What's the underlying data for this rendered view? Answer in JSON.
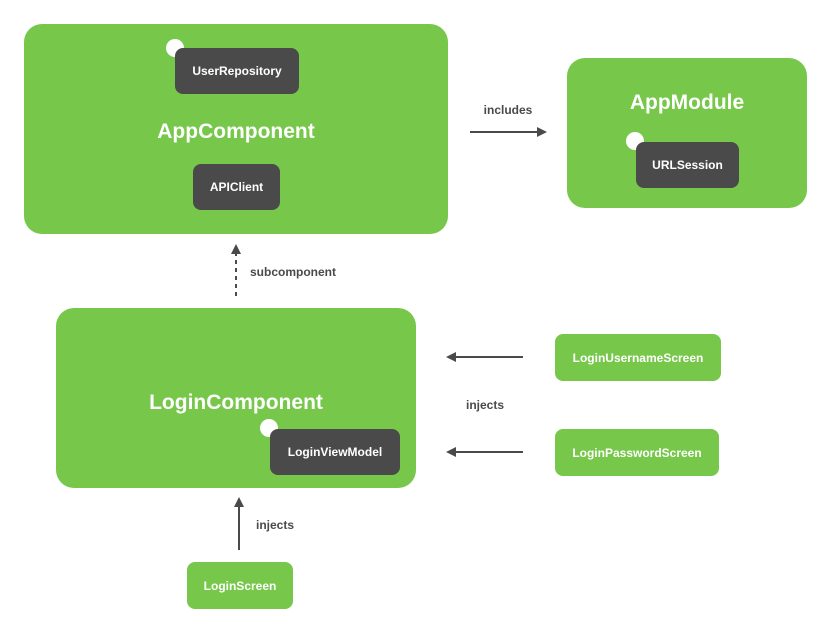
{
  "colors": {
    "node_green": "#76c74a",
    "chip_dark": "#4a4a4a",
    "arrow_gray": "#4a4a4a",
    "background": "#ffffff"
  },
  "app_component": {
    "title": "AppComponent",
    "chips": [
      "UserRepository",
      "APIClient"
    ]
  },
  "app_module": {
    "title": "AppModule",
    "chips": [
      "URLSession"
    ]
  },
  "login_component": {
    "title": "LoginComponent",
    "chips": [
      "LoginViewModel"
    ]
  },
  "screens": {
    "login_username": "LoginUsernameScreen",
    "login_password": "LoginPasswordScreen",
    "login_screen": "LoginScreen"
  },
  "edges": {
    "includes": "includes",
    "subcomponent": "subcomponent",
    "injects_right": "injects",
    "injects_bottom": "injects"
  }
}
